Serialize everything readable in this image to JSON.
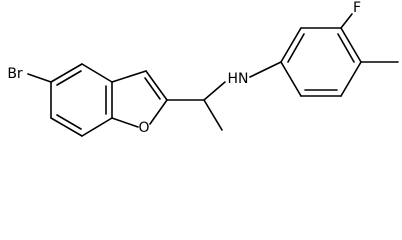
{
  "molecule": {
    "atoms": {
      "br": "Br",
      "o": "O",
      "nh": "HN",
      "f": "F"
    },
    "colors": {
      "bond": "#000000",
      "background": "#ffffff"
    }
  }
}
